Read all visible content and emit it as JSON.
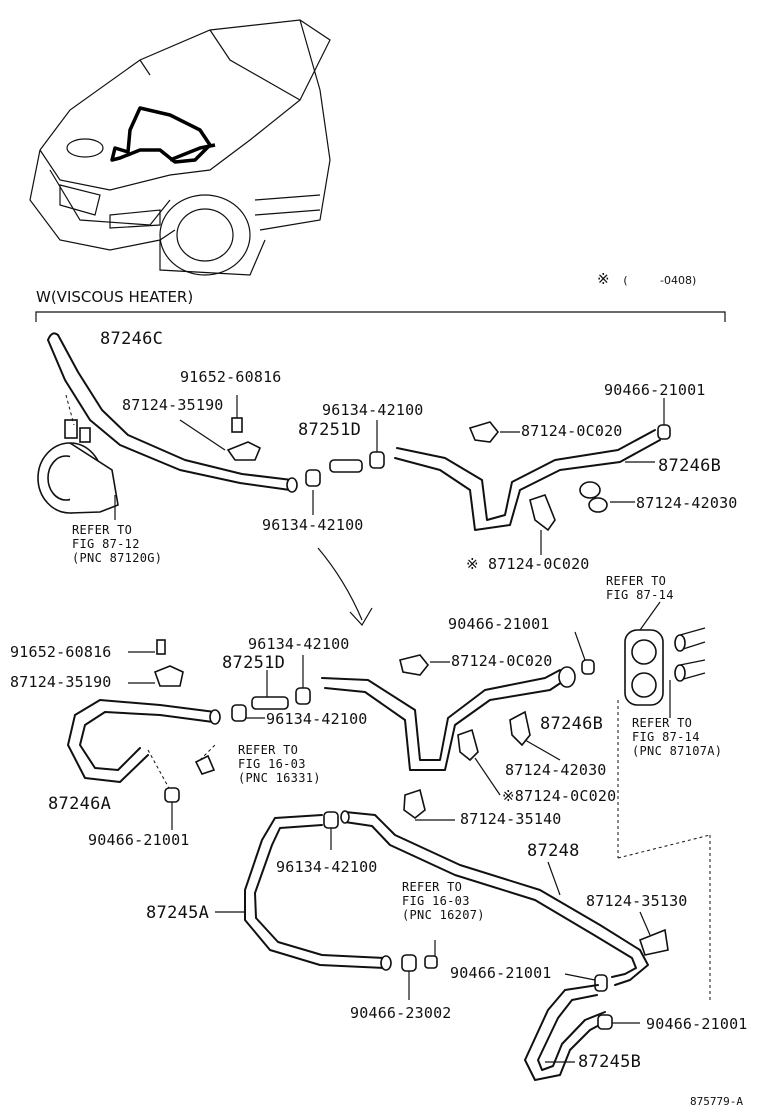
{
  "header": {
    "note_mark": "※",
    "note_paren_open": "(",
    "note_range": "-0408)",
    "section_title": "W(VISCOUS HEATER)"
  },
  "parts": {
    "p87246C": "87246C",
    "p91652_top": "91652-60816",
    "p87124_35190_top": "87124-35190",
    "p96134_top_a": "96134-42100",
    "p87251D_top": "87251D",
    "p96134_top_b": "96134-42100",
    "p87124_0C020_top": "87124-0C020",
    "p90466_top": "90466-21001",
    "p87246B_top": "87246B",
    "p87124_42030_top": "87124-42030",
    "p87124_0C020_star_top": "※ 87124-0C020",
    "p91652_mid": "91652-60816",
    "p87124_35190_mid": "87124-35190",
    "p96134_mid_a": "96134-42100",
    "p87251D_mid": "87251D",
    "p96134_mid_b": "96134-42100",
    "p90466_mid": "90466-21001",
    "p87124_0C020_mid": "87124-0C020",
    "p87246B_mid": "87246B",
    "p87124_42030_mid": "87124-42030",
    "p87124_0C020_star_mid": "※87124-0C020",
    "p87246A": "87246A",
    "p90466_left": "90466-21001",
    "p87124_35140": "87124-35140",
    "p96134_low": "96134-42100",
    "p87248": "87248",
    "p87245A": "87245A",
    "p87124_35130": "87124-35130",
    "p90466_low_a": "90466-21001",
    "p90466_23002": "90466-23002",
    "p90466_low_b": "90466-21001",
    "p87245B": "87245B"
  },
  "refs": {
    "ref_87_12": "REFER TO\nFIG 87-12\n(PNC 87120G)",
    "ref_87_14_top": "REFER TO\nFIG 87-14",
    "ref_16_03_a": "REFER TO\nFIG 16-03\n(PNC 16331)",
    "ref_87_14_b": "REFER TO\nFIG 87-14\n(PNC 87107A)",
    "ref_16_03_b": "REFER TO\nFIG 16-03\n(PNC 16207)"
  },
  "footer": {
    "image_code": "875779-A"
  }
}
